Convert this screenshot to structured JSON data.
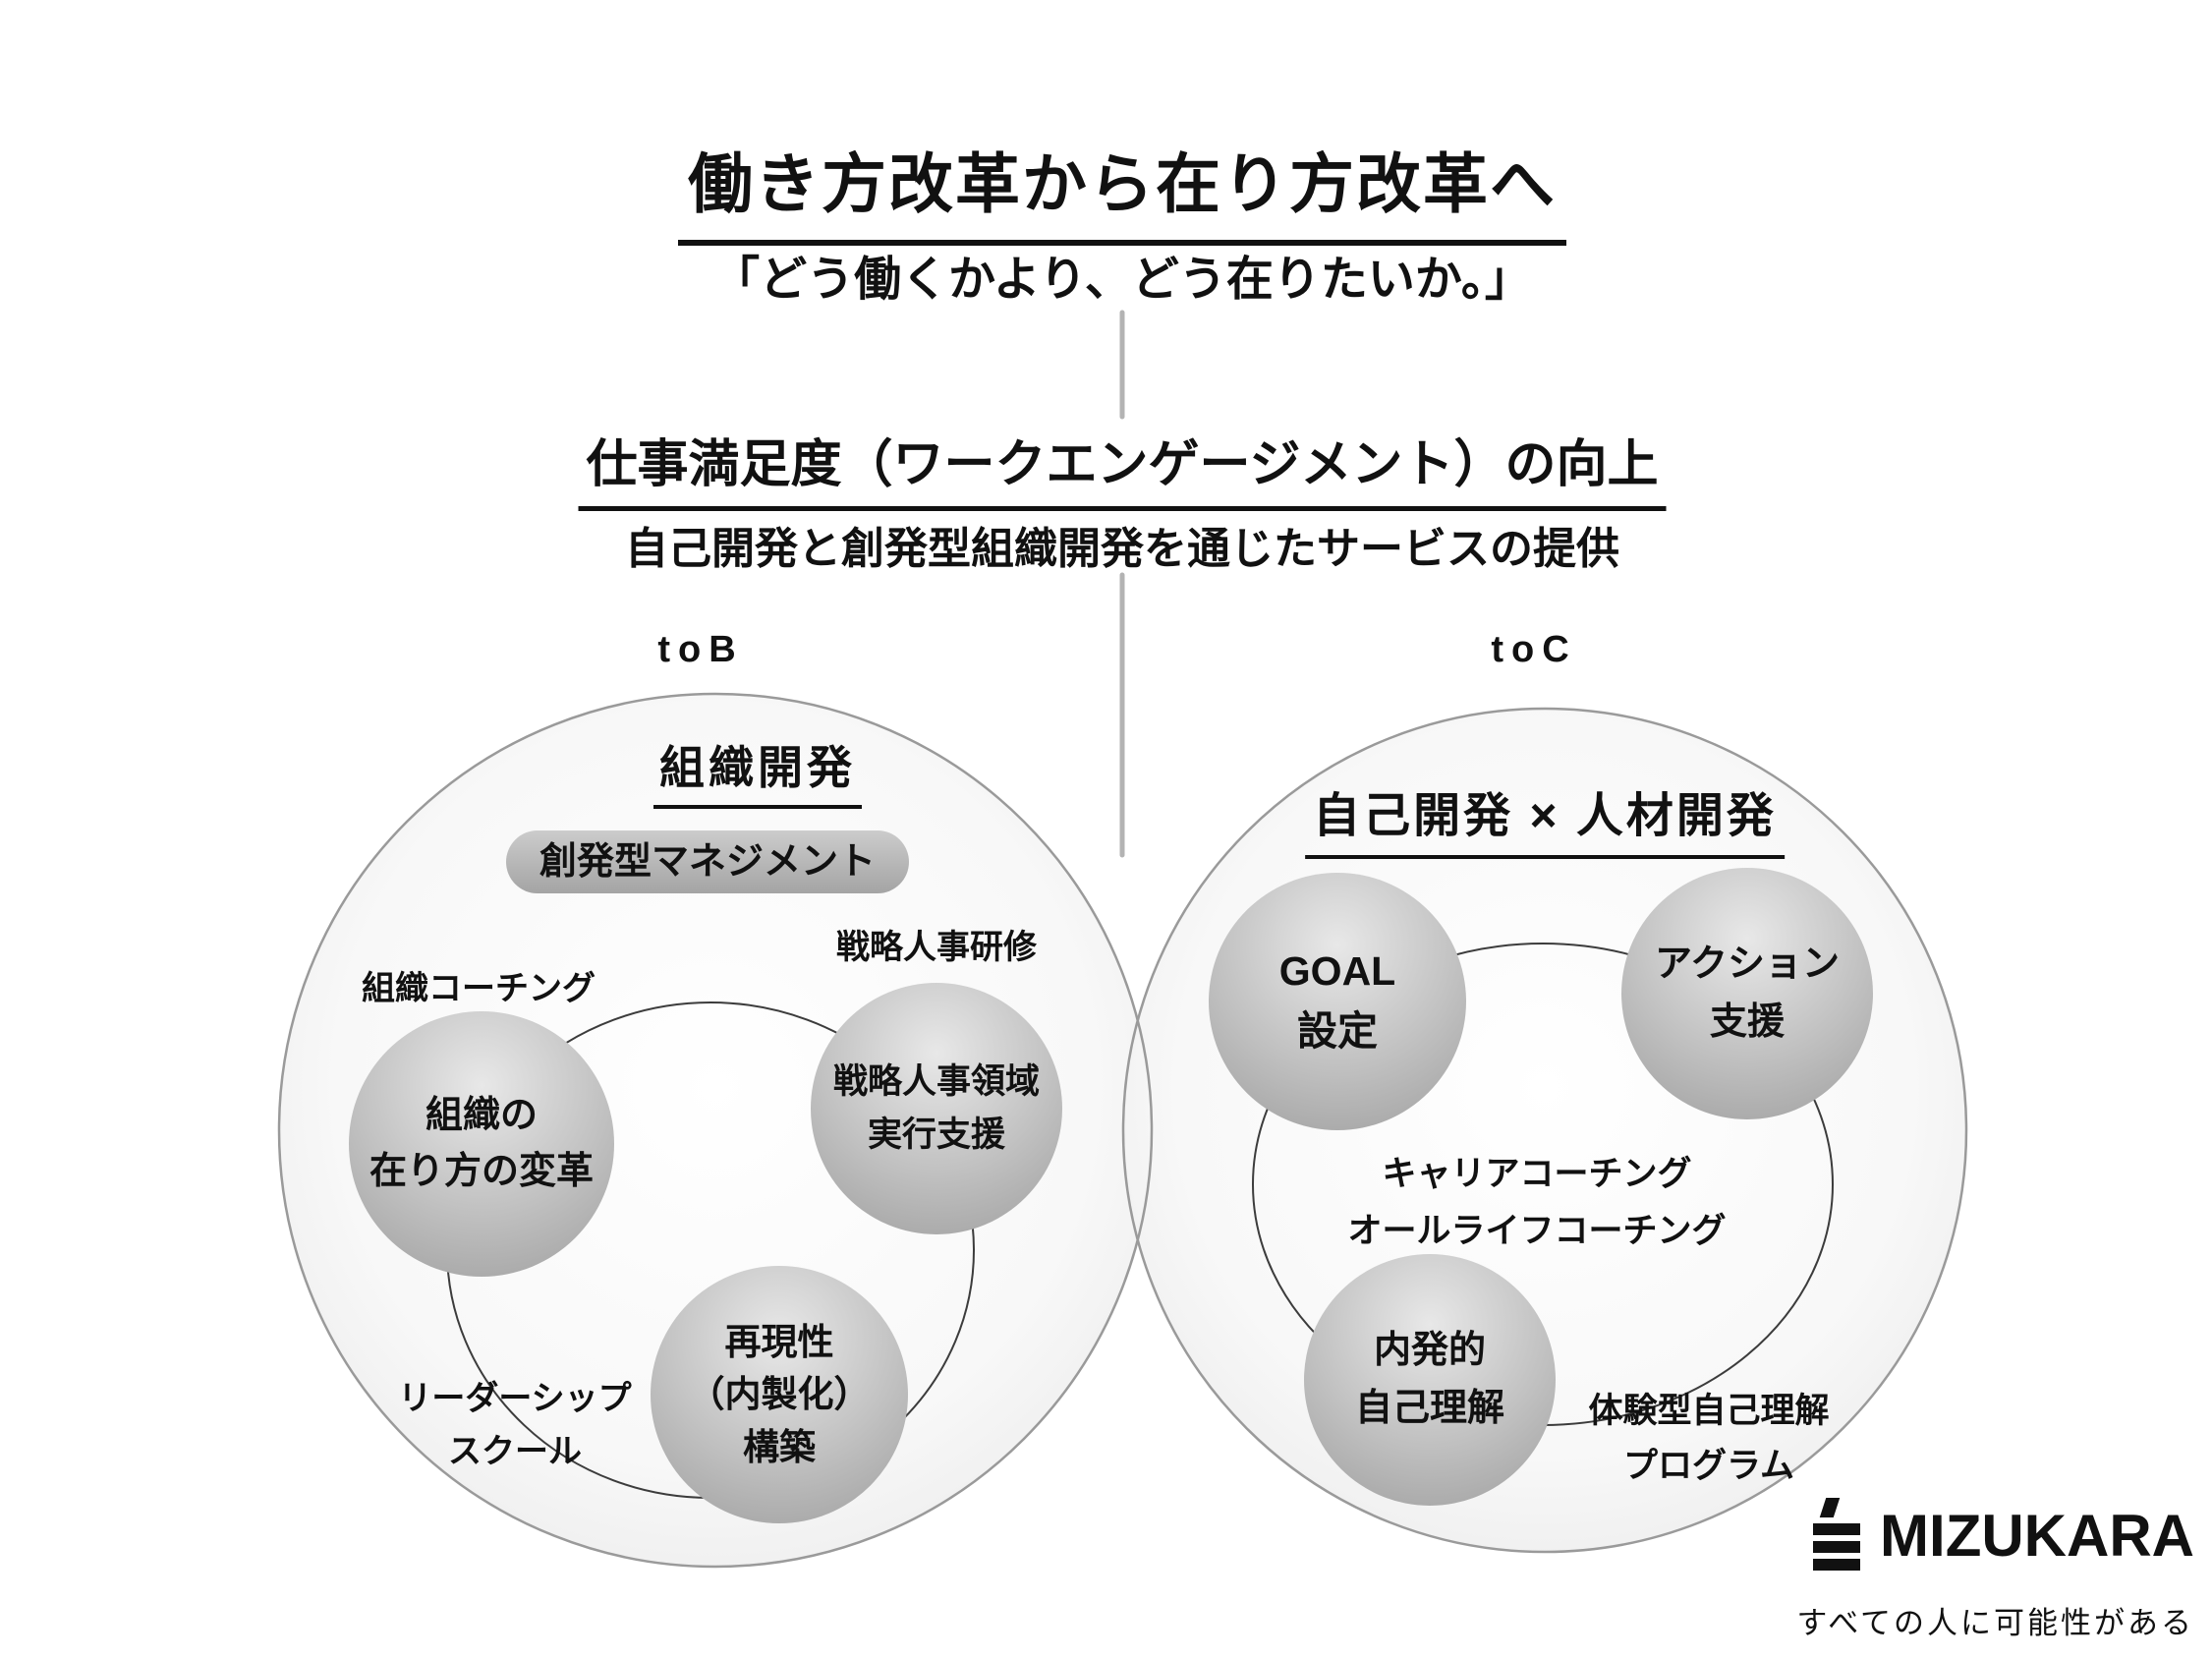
{
  "header": {
    "title": "働き方改革から在り方改革へ",
    "subtitle": "「どう働くかより、どう在りたいか。」"
  },
  "mid": {
    "heading": "仕事満足度（ワークエンゲージメント）の向上",
    "subheading": "自己開発と創発型組織開発を通じたサービスの提供"
  },
  "tob": {
    "label": "toB",
    "title": "組織開発",
    "pill": "創発型マネジメント",
    "annotation_coaching": "組織コーチング",
    "annotation_training": "戦略人事研修",
    "leadership": {
      "line1": "リーダーシップ",
      "line2": "スクール"
    },
    "circle_org": {
      "line1": "組織の",
      "line2": "在り方の変革"
    },
    "circle_hr": {
      "line1": "戦略人事領域",
      "line2": "実行支援"
    },
    "circle_repro": {
      "line1": "再現性",
      "line2": "（内製化）",
      "line3": "構築"
    }
  },
  "toc": {
    "label": "toC",
    "title": "自己開発 × 人材開発",
    "circle_goal": {
      "line1": "GOAL",
      "line2": "設定"
    },
    "circle_action": {
      "line1": "アクション",
      "line2": "支援"
    },
    "circle_inner": {
      "line1": "内発的",
      "line2": "自己理解"
    },
    "annotation_career": {
      "line1": "キャリアコーチング",
      "line2": "オールライフコーチング"
    },
    "annotation_program": {
      "line1": "体験型自己理解",
      "line2": "プログラム"
    }
  },
  "logo": {
    "wordmark": "MIZUKARA",
    "icon": "mizukara-accent-bars-mark",
    "tagline": "すべての人に可能性がある"
  },
  "colors": {
    "text": "#111111",
    "small_circle_gray": "#b5b5b5",
    "big_circle_outline": "#9a9a9a",
    "connector_gray": "#b3b3b3"
  }
}
